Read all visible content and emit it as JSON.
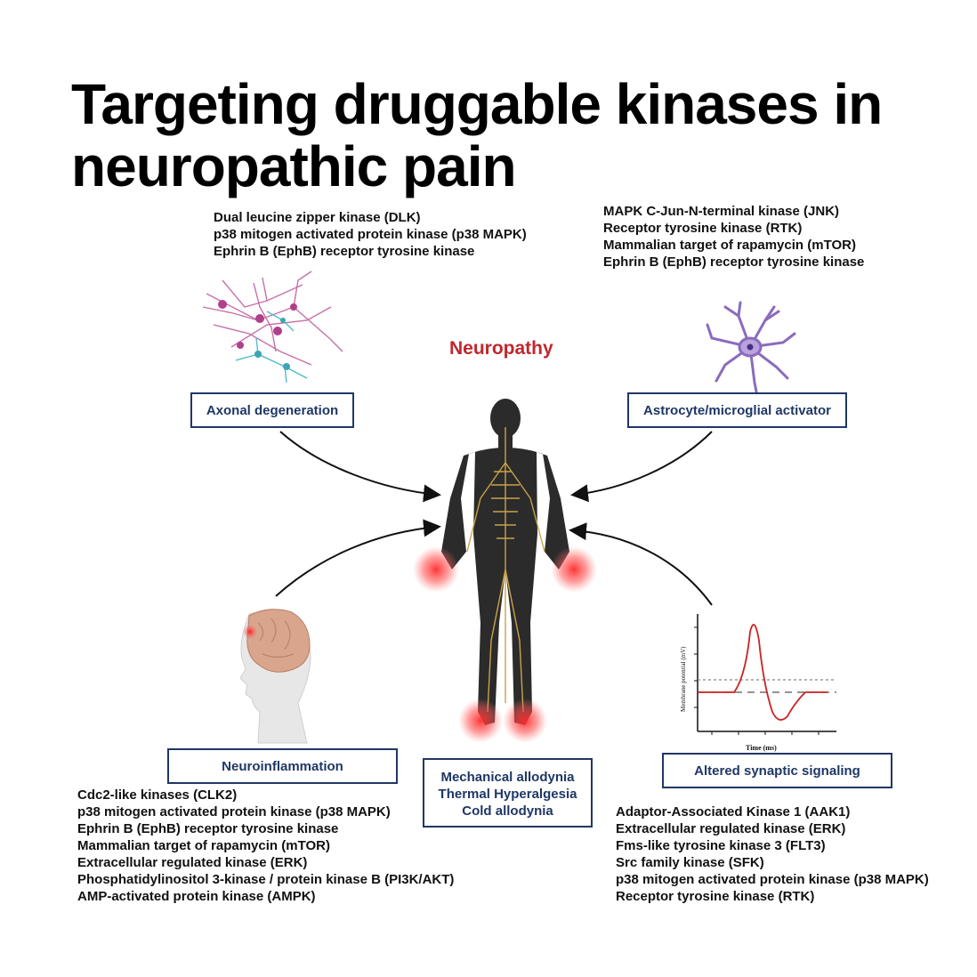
{
  "title": [
    "Targeting druggable kinases in",
    "neuropathic pain"
  ],
  "center_label": "Neuropathy",
  "top_left_list": [
    "Dual leucine zipper kinase (DLK)",
    "p38 mitogen activated protein kinase (p38 MAPK)",
    "Ephrin B (EphB)  receptor tyrosine  kinase"
  ],
  "top_right_list": [
    "MAPK C-Jun-N-terminal  kinase (JNK)",
    "Receptor tyrosine  kinase (RTK)",
    "Mammalian target of rapamycin (mTOR)",
    "Ephrin B (EphB)  receptor tyrosine  kinase"
  ],
  "bottom_left_list": [
    "Cdc2-like kinases (CLK2)",
    "p38 mitogen activated protein kinase (p38 MAPK)",
    "Ephrin B (EphB)  receptor tyrosine  kinase",
    "Mammalian target of rapamycin (mTOR)",
    "Extracellular regulated kinase (ERK)",
    "Phosphatidylinositol  3-kinase  / protein kinase B (PI3K/AKT)",
    "AMP-activated protein kinase (AMPK)"
  ],
  "bottom_right_list": [
    "Adaptor-Associated  Kinase 1 (AAK1)",
    "Extracellular regulated kinase (ERK)",
    "Fms-like tyrosine  kinase 3 (FLT3)",
    "Src family kinase (SFK)",
    "p38 mitogen activated protein kinase (p38 MAPK)",
    "Receptor tyrosine  kinase (RTK)"
  ],
  "boxes": {
    "axonal": "Axonal degeneration",
    "astrocyte": "Astrocyte/microglial  activator",
    "neuroinflammation": "Neuroinflammation",
    "synaptic": "Altered synaptic  signaling"
  },
  "symptoms": [
    "Mechanical allodynia",
    "Thermal Hyperalgesia",
    "Cold allodynia"
  ],
  "graph": {
    "ylabel": "Membrane potential (mV)",
    "xlabel": "Time (ms)"
  },
  "colors": {
    "box_border": "#1f3766",
    "neuropathy": "#c0272d",
    "body": "#2b2b2b",
    "nerves": "#c9a24a",
    "pain_glow": "#ff2a2a"
  }
}
